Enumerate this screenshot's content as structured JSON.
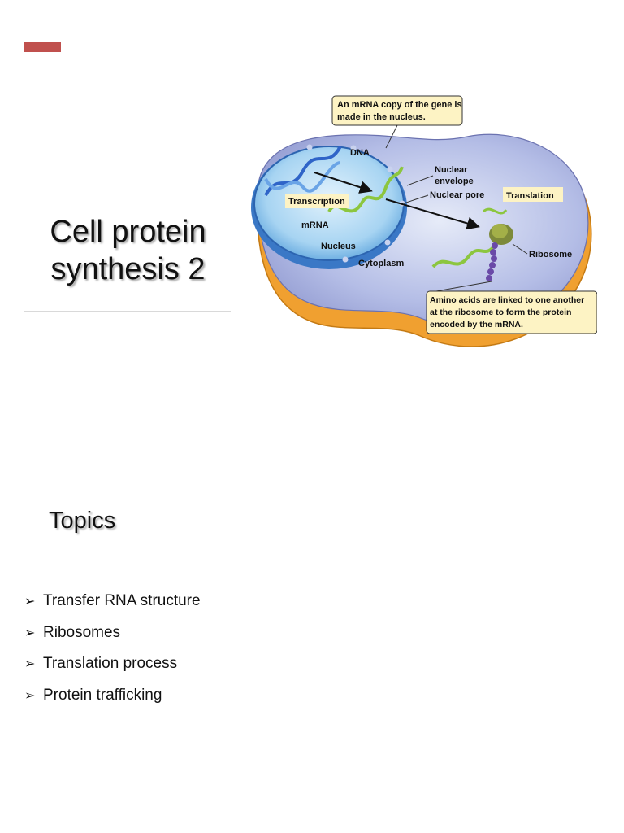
{
  "slide": {
    "title_line1": "Cell protein",
    "title_line2": "synthesis 2",
    "accent_color": "#c0504d"
  },
  "figure": {
    "callout_top_line1": "An mRNA copy of the gene is",
    "callout_top_line2": "made in the nucleus.",
    "dna": "DNA",
    "nuclear_envelope_line1": "Nuclear",
    "nuclear_envelope_line2": "envelope",
    "nuclear_pore": "Nuclear pore",
    "transcription": "Transcription",
    "translation": "Translation",
    "mrna": "mRNA",
    "nucleus": "Nucleus",
    "cytoplasm": "Cytoplasm",
    "ribosome": "Ribosome",
    "callout_bottom_line1": "Amino acids are linked to one another",
    "callout_bottom_line2": "at the ribosome to form the protein",
    "callout_bottom_line3": "encoded by the mRNA."
  },
  "topics": {
    "heading": "Topics",
    "bullet_icon": "arrow-bullet-icon",
    "items": [
      "Transfer RNA structure",
      "Ribosomes",
      "Translation process",
      "Protein trafficking"
    ]
  }
}
